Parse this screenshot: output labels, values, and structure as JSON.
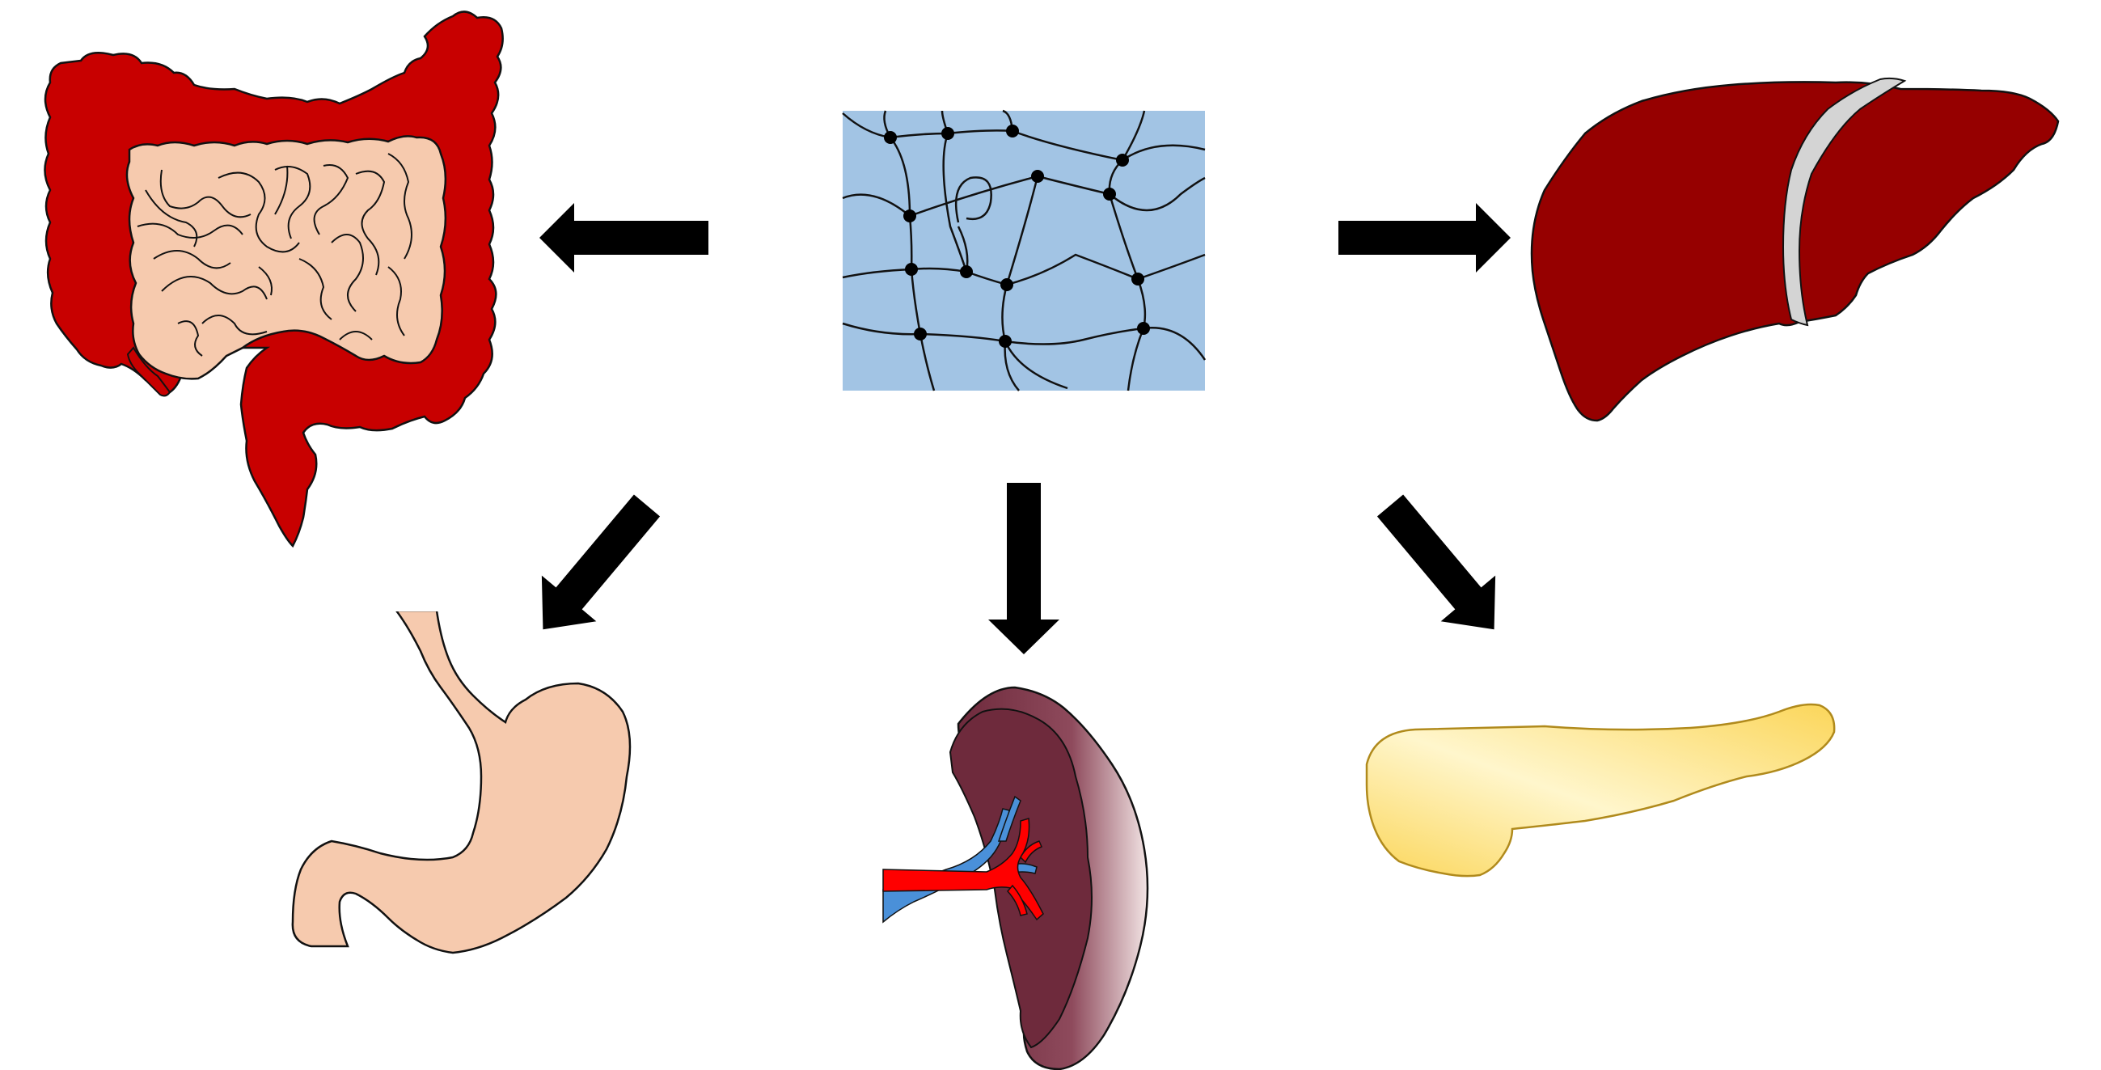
{
  "diagram": {
    "center": {
      "name": "crosslinked-polymer-network",
      "icon": "network-icon",
      "background": "#a2c4e4"
    },
    "arrow_color": "#000000",
    "organs": [
      {
        "name": "intestines",
        "icon": "intestines-icon",
        "colors": {
          "colon": "#c80000",
          "small_intestine": "#f6caae"
        }
      },
      {
        "name": "liver",
        "icon": "liver-icon",
        "colors": {
          "body": "#960000",
          "ligament": "#d4d4d4"
        }
      },
      {
        "name": "stomach",
        "icon": "stomach-icon",
        "colors": {
          "body": "#f6caae"
        }
      },
      {
        "name": "spleen",
        "icon": "spleen-icon",
        "colors": {
          "body": "#6e2a3c",
          "artery": "#ff0000",
          "vein": "#4a90d9"
        }
      },
      {
        "name": "pancreas",
        "icon": "pancreas-icon",
        "colors": {
          "body": "#fbe38a",
          "highlight": "#fff6cc"
        }
      }
    ]
  }
}
